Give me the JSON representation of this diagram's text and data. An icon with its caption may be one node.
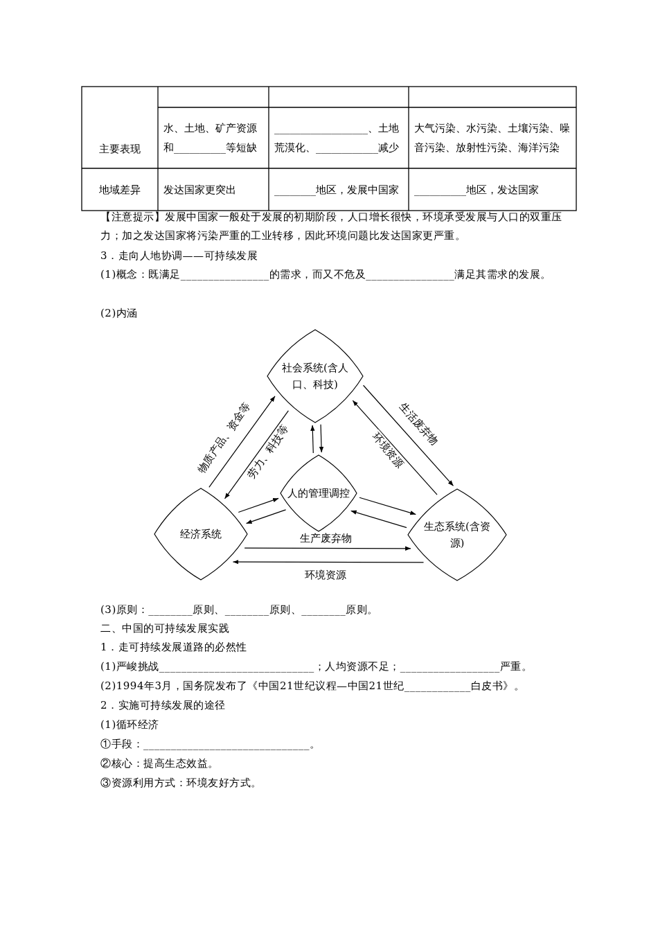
{
  "diagram": {
    "nodes": [
      {
        "text": [
          "社会系统(含人口、科技)"
        ]
      },
      {
        "text": [
          "经济系统"
        ]
      },
      {
        "text": [
          "人的管理调控"
        ]
      },
      {
        "text": [
          "生态系统(含资源)"
        ]
      }
    ],
    "edges": [
      {
        "from": 1,
        "to": 0,
        "arrow": "to",
        "label": "物质产品、资金等"
      },
      {
        "from": 0,
        "to": 1,
        "arrow": "to",
        "label": "劳力、科技等"
      },
      {
        "from": 0,
        "to": 3,
        "arrow": "to",
        "label": "生活废弃物"
      },
      {
        "from": 3,
        "to": 0,
        "arrow": "to",
        "label": "环境资源"
      },
      {
        "from": 2,
        "to": 0,
        "arrow": "to"
      },
      {
        "from": 0,
        "to": 2,
        "arrow": "to"
      },
      {
        "from": 1,
        "to": 2,
        "arrow": "to"
      },
      {
        "from": 2,
        "to": 1,
        "arrow": "to"
      },
      {
        "from": 2,
        "to": 3,
        "arrow": "to"
      },
      {
        "from": 3,
        "to": 2,
        "arrow": "to"
      },
      {
        "from": 1,
        "to": 3,
        "arrow": "to",
        "label": "生产废弃物"
      },
      {
        "from": 3,
        "to": 1,
        "arrow": "to",
        "label": "环境资源"
      }
    ],
    "labels": [
      "主要表现",
      "水、土地、矿产资源和__________等短缺",
      "__________________、土地荒漠化、____________减少",
      "大气污染、水污染、土壤污染、噪音污染、放射性污染、海洋污染",
      "地域差异",
      "发达国家更突出",
      "________地区，发展中国家",
      "__________地区，发达国家",
      "【注意提示】发展中国家一般处于发展的初期阶段，人口增长很快，环境承受发展与人口的双重压力；加之发达国家将污染严重的工业转移，因此环境问题比发达国家更严重。",
      "3．走向人地协调——可持续发展",
      "(1)概念：既满足________________的需求，而又不危及________________满足其需求的发展。",
      "(2)内涵",
      "(3)原则：________原则、________原则、________原则。",
      "二、中国的可持续发展实践",
      "1．走可持续发展道路的必然性",
      "(1)严峻挑战____________________________；人均资源不足；__________________严重。",
      "(2)1994年3月，国务院发布了《中国21世纪议程—中国21世纪____________白皮书》。",
      "2．实施可持续发展的途径",
      "(1)循环经济",
      "①手段：______________________________。",
      "②核心：提高生态效益。",
      "③资源利用方式：环境友好方式。"
    ]
  }
}
